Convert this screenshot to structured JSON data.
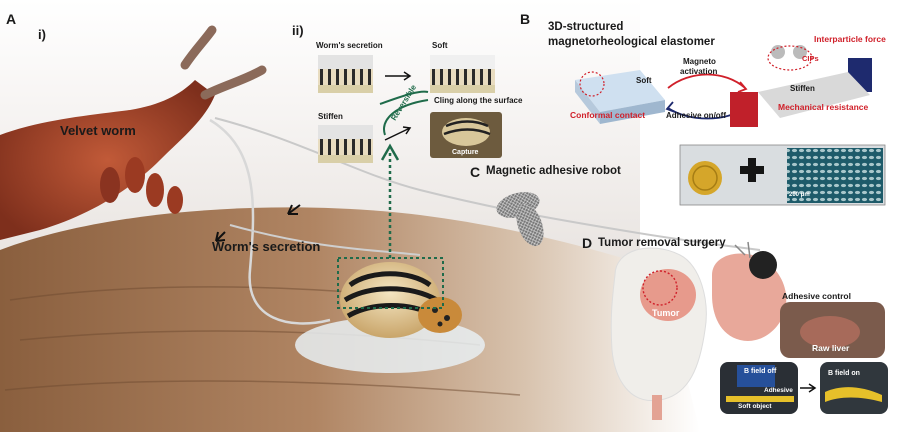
{
  "panel_a": {
    "letter": "A",
    "sub_i": "i)",
    "sub_ii": "ii)",
    "velvet_worm": "Velvet worm",
    "worms_secretion": "Worm's secretion",
    "ii_secretion": "Worm's secretion",
    "ii_soft": "Soft",
    "ii_stiffen": "Stiffen",
    "ii_reversible": "Reversible",
    "ii_cling": "Cling along the surface",
    "ii_capture": "Capture"
  },
  "panel_b": {
    "letter": "B",
    "title_line1": "3D-structured",
    "title_line2": "magnetorheological elastomer",
    "soft": "Soft",
    "magneto_line1": "Magneto",
    "magneto_line2": "activation",
    "conformal": "Conformal contact",
    "adhesive_onoff": "Adhesive on/off",
    "interparticle": "Interparticle force",
    "cips": "CIPs",
    "stiffen": "Stiffen",
    "mechanical": "Mechanical resistance",
    "scale_bar": "200 μm"
  },
  "panel_c": {
    "letter": "C",
    "title": "Magnetic adhesive robot"
  },
  "panel_d": {
    "letter": "D",
    "title": "Tumor removal surgery",
    "tumor": "Tumor",
    "adhesive_control": "Adhesive control",
    "raw_liver": "Raw liver",
    "b_field_off": "B field off",
    "b_field_on": "B field on",
    "adhesive": "Adhesive",
    "soft_object": "Soft object"
  },
  "colors": {
    "worm": "#a8452a",
    "wood": "#a07652",
    "accent_red": "#d0202a",
    "green_dash": "#1f6b4a",
    "navy": "#1e2a6e"
  }
}
